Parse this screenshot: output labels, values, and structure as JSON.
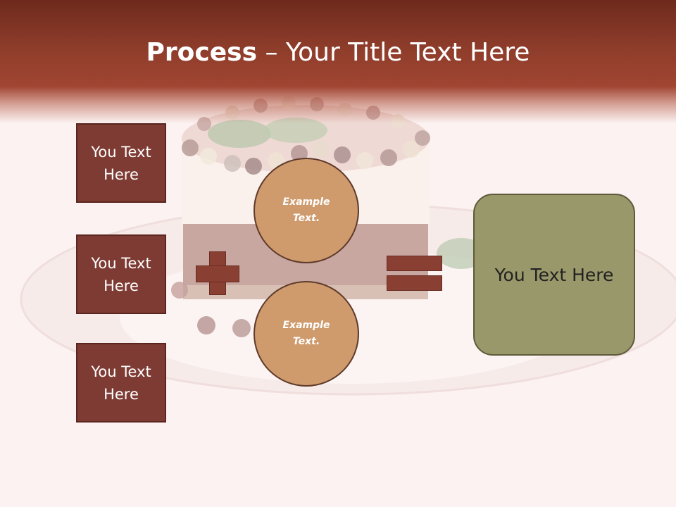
{
  "slide": {
    "title_bold": "Process",
    "title_rest": " – Your Title Text Here",
    "left_boxes": [
      "You Text Here",
      "You Text Here",
      "You Text Here"
    ],
    "circles": [
      "Example Text.",
      "Example Text."
    ],
    "result_box": "You Text Here"
  },
  "colors": {
    "title_band": "#8f3d2b",
    "left_box_fill": "#7e3b33",
    "circle_fill": "#cf9a6c",
    "operator_fill": "#8a3f33",
    "result_fill": "#99986a",
    "background": "#fbf3f2"
  },
  "icons": {
    "plus": "plus-icon",
    "equals": "equals-icon"
  }
}
